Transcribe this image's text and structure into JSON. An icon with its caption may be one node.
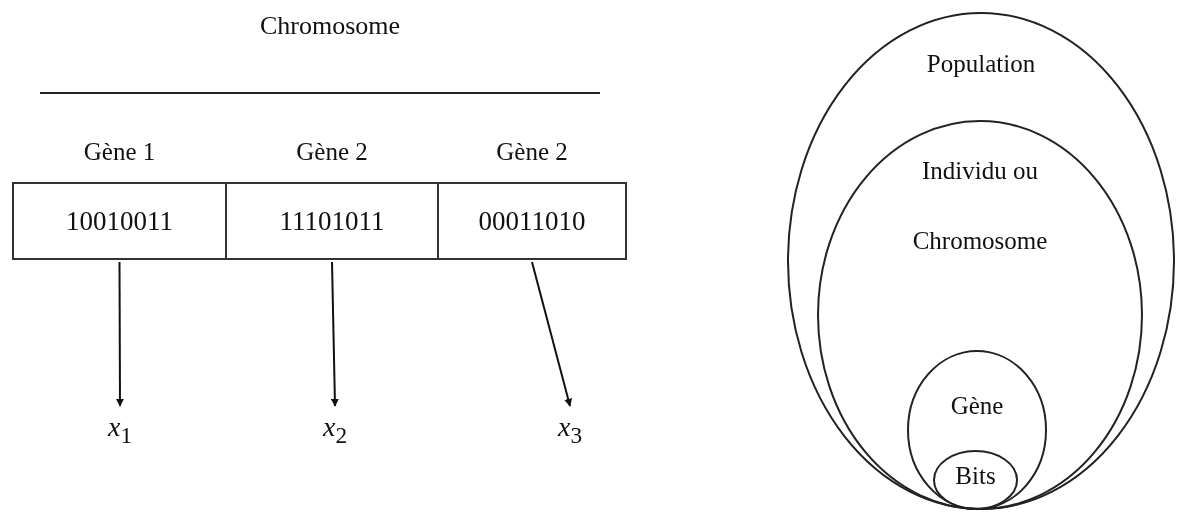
{
  "diagram": {
    "nodes": [
      {
        "text": [
          "Gène 1",
          "10010011"
        ]
      },
      {
        "text": [
          "Gène 2",
          "11101011"
        ]
      },
      {
        "text": [
          "Gène 2",
          "00011010"
        ]
      },
      {
        "text": [
          "*x*$_{1}$"
        ]
      },
      {
        "text": [
          "*x*$_{2}$"
        ]
      },
      {
        "text": [
          "*x*$_{3}$"
        ]
      },
      {
        "text": [
          "Population"
        ]
      },
      {
        "text": [
          "Individu ou Chromosome"
        ],
        "in": 6
      },
      {
        "text": [
          "Gène"
        ],
        "in": 7
      },
      {
        "text": [
          "Bits"
        ],
        "in": 8
      }
    ],
    "edges": [
      {
        "from": 0,
        "to": 3,
        "arrow": "to"
      },
      {
        "from": 1,
        "to": 4,
        "arrow": "to"
      },
      {
        "from": 2,
        "to": 5,
        "arrow": "to"
      }
    ],
    "labels": [
      "Chromosome"
    ]
  }
}
